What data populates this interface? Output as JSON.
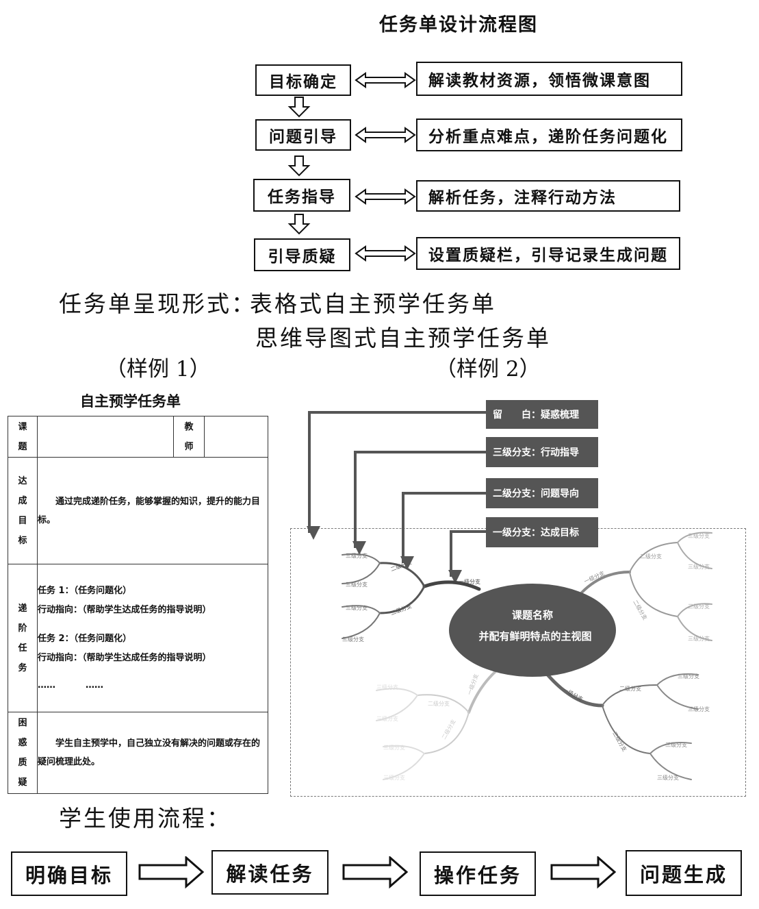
{
  "title": "任务单设计流程图",
  "design_steps": [
    {
      "label": "目标确定",
      "desc": "解读教材资源，领悟微课意图"
    },
    {
      "label": "问题引导",
      "desc": "分析重点难点，递阶任务问题化"
    },
    {
      "label": "任务指导",
      "desc": "解析任务，注释行动方法"
    },
    {
      "label": "引导质疑",
      "desc": "设置质疑栏，引导记录生成问题"
    }
  ],
  "forms": {
    "heading": "任务单呈现形式：",
    "form1": "表格式自主预学任务单",
    "form2": "思维导图式自主预学任务单",
    "sample1": "（样例 1）",
    "sample2": "（样例 2）"
  },
  "table": {
    "title": "自主预学任务单",
    "topic_label": "课\n题",
    "teacher_label": "教\n师",
    "goal_label": "达\n成\n目\n标",
    "goal_text": "通过完成递阶任务，能够掌握的知识，提升的能力目标。",
    "tasks_label": "递\n阶\n任\n务",
    "task1": "任务 1：（任务问题化）",
    "guide1": "行动指向：（帮助学生达成任务的指导说明）",
    "task2": "任务 2：（任务问题化）",
    "guide2": "行动指向：（帮助学生达成任务的指导说明）",
    "ellipsis1": "……",
    "ellipsis2": "……",
    "doubt_label": "困\n惑\n质\n疑",
    "doubt_text": "学生自主预学中，自己独立没有解决的问题或存在的疑问梳理此处。"
  },
  "mindmap": {
    "labels": [
      "留　　白：疑惑梳理",
      "三级分支：行动指导",
      "二级分支：问题导向",
      "一级分支：达成目标"
    ],
    "center_line1": "课题名称",
    "center_line2": "并配有鲜明特点的主视图",
    "level1": "一级分支",
    "level2": "二级分支",
    "level3": "三级分支"
  },
  "usage": {
    "heading": "学生使用流程：",
    "steps": [
      "明确目标",
      "解读任务",
      "操作任务",
      "问题生成"
    ]
  }
}
